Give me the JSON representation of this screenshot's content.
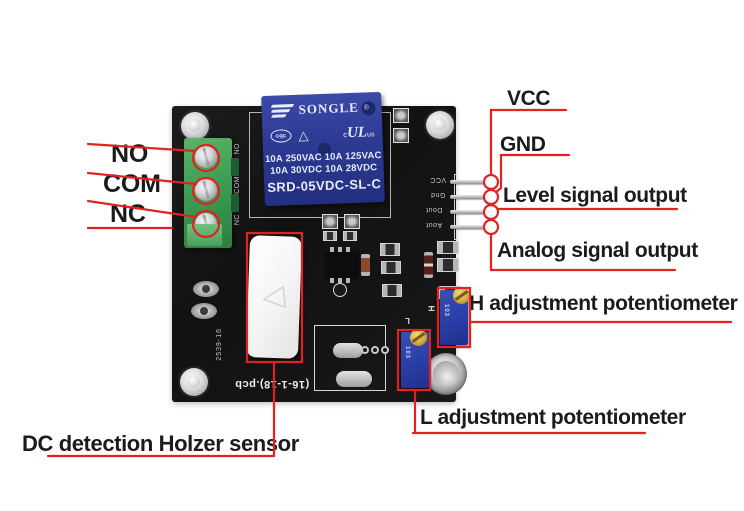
{
  "colors": {
    "annotation_red": "#e02222",
    "pcb_black": "#161616",
    "relay_blue": "#2c3a92",
    "terminal_green": "#3d9e54",
    "pot_blue": "#2b3fa8"
  },
  "annotations": {
    "no": "NO",
    "com": "COM",
    "nc": "NC",
    "vcc": "VCC",
    "gnd": "GND",
    "level": "Level signal output",
    "analog": "Analog signal output",
    "h_pot": "H adjustment potentiometer",
    "l_pot": "L adjustment potentiometer",
    "sensor": "DC detection Holzer sensor"
  },
  "relay": {
    "brand": "SONGLE",
    "reg": "®",
    "cert_cqc": "cqc",
    "cert_tri": "△",
    "cert_ul_c": "c",
    "cert_ul": "UL",
    "cert_ul_us": "us",
    "ratings_ac": "10A 250VAC 10A 125VAC",
    "ratings_dc": "10A 30VDC 10A 28VDC",
    "model": "SRD-05VDC-SL-C"
  },
  "board_silk": {
    "serial": "2539-16",
    "pcb_name": "(16-1-18).pcb",
    "pin_labels": [
      "VCC",
      "Gnd",
      "Dout",
      "Aout"
    ],
    "terminal_labels": [
      "NO",
      "COM",
      "NC"
    ],
    "h_mark": "H",
    "l_mark": "L",
    "pot_code": "103",
    "sensor_mark": "◁"
  }
}
